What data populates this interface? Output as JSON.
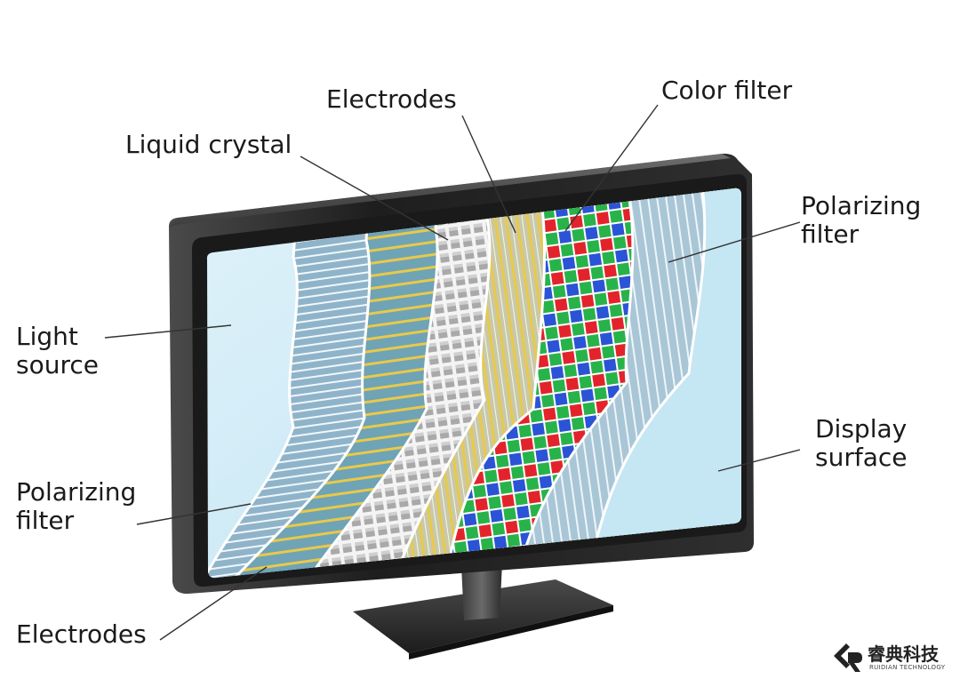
{
  "labels": {
    "electrodes_top": "Electrodes",
    "color_filter": "Color filter",
    "liquid_crystal": "Liquid crystal",
    "polarizing_filter_right": [
      "Polarizing",
      "filter"
    ],
    "light_source": [
      "Light",
      "source"
    ],
    "display_surface": [
      "Display",
      "surface"
    ],
    "polarizing_filter_left": [
      "Polarizing",
      "filter"
    ],
    "electrodes_bottom": "Electrodes"
  },
  "logo": {
    "name_cn": "睿典科技",
    "name_en": "RUIDIAN TECHNOLOGY"
  },
  "colors": {
    "bezel": "#2b2b2b",
    "screen_background": "#d7eef7",
    "polarizer": "#8fb4c9",
    "electrode_stripes": "#e8c94a",
    "crystal_grid": "#a9a9a9",
    "filter_red": "#e3232c",
    "filter_green": "#28b34a",
    "filter_blue": "#2b53d6"
  }
}
